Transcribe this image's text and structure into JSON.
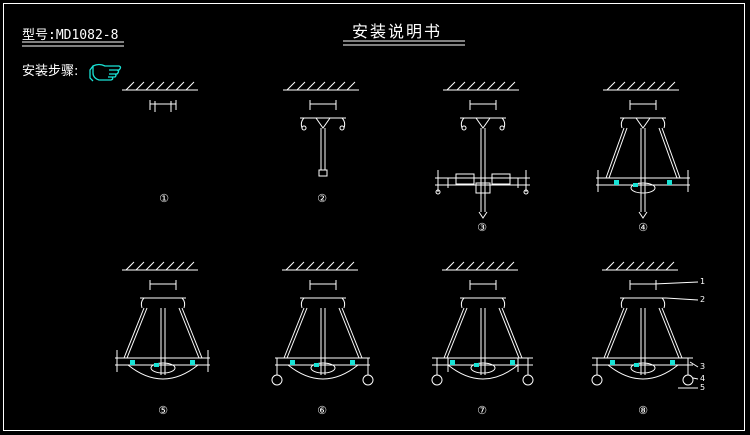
{
  "header": {
    "model": "型号:MD1082-8",
    "title": "安装说明书",
    "steps_label": "安装步骤:"
  },
  "steps": [
    "①",
    "②",
    "③",
    "④",
    "⑤",
    "⑥",
    "⑦",
    "⑧"
  ],
  "callouts": [
    "1",
    "2",
    "3",
    "4",
    "5"
  ],
  "icons": {
    "pointer": "pointing-hand-icon"
  },
  "colors": {
    "background": "#000000",
    "line": "#ffffff",
    "accent": "#19e3d6"
  }
}
